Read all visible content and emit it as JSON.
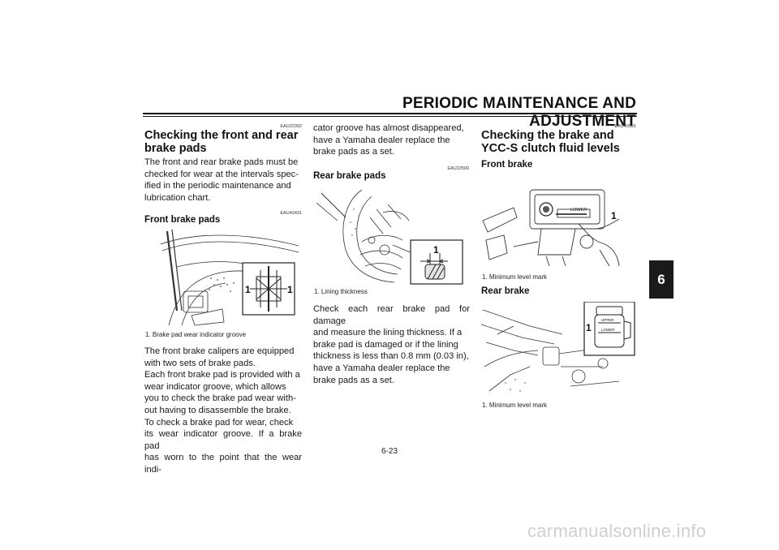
{
  "header": {
    "title": "PERIODIC MAINTENANCE AND ADJUSTMENT"
  },
  "chapter_tab": "6",
  "page_number": "6-23",
  "watermark": "carmanualsonline.info",
  "left_column": {
    "code": "EAU22392",
    "title_line1": "Checking the front and rear",
    "title_line2": "brake pads",
    "intro_lines": [
      "The front and rear brake pads must be",
      "checked for wear at the intervals spec-",
      "ified in the periodic maintenance and",
      "lubrication chart."
    ],
    "subsection_code": "EAU43431",
    "subsection_title": "Front brake pads",
    "figure_label_left": "1",
    "figure_label_right": "1",
    "caption": "1.  Brake pad wear indicator groove",
    "body_lines": [
      "The front brake calipers are equipped",
      "with two sets of brake pads.",
      "Each front brake pad is provided with a",
      "wear indicator groove, which allows",
      "you to check the brake pad wear with-",
      "out having to disassemble the brake.",
      "To check a brake pad for wear, check",
      "its wear indicator groove. If a brake pad",
      "has worn to the point that the wear indi-"
    ]
  },
  "middle_column": {
    "continuation_lines": [
      "cator groove has almost disappeared,",
      "have a Yamaha dealer replace the",
      "brake pads as a set."
    ],
    "subsection_code": "EAU22500",
    "subsection_title": "Rear brake pads",
    "figure_label": "1",
    "caption": "1.  Lining thickness",
    "body_lines": [
      "Check each rear brake pad for damage",
      "and measure the lining thickness. If a",
      "brake pad is damaged or if the lining",
      "thickness is less than 0.8 mm (0.03 in),",
      "have a Yamaha dealer replace the",
      "brake pads as a set."
    ]
  },
  "right_column": {
    "code": "EAU40591",
    "title_line1": "Checking the brake and",
    "title_line2": "YCC-S clutch fluid levels",
    "front_title": "Front brake",
    "front_figure_text": "LOWER",
    "front_figure_label": "1",
    "front_caption": "1.  Minimum level mark",
    "rear_title": "Rear brake",
    "rear_figure_upper": "UPPER",
    "rear_figure_lower": "LOWER",
    "rear_figure_label": "1",
    "rear_caption": "1.  Minimum level mark"
  }
}
